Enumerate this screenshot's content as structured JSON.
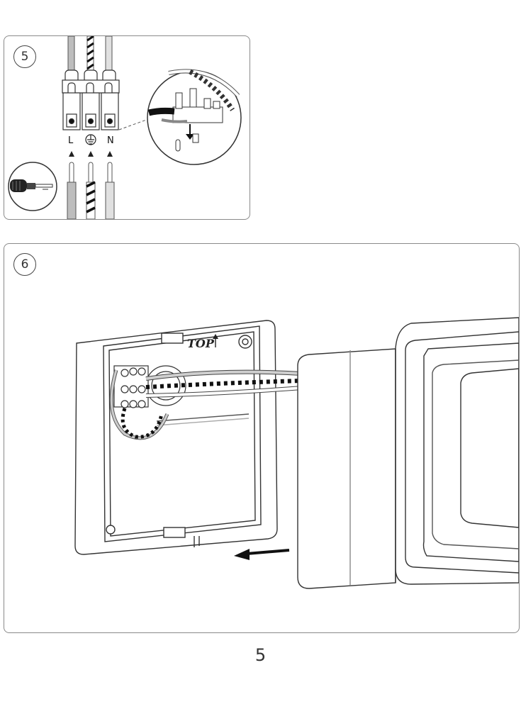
{
  "steps": [
    {
      "number": "5",
      "terminal_labels": {
        "live": "L",
        "neutral": "N"
      },
      "earth_symbol": "earth-ground-icon"
    },
    {
      "number": "6",
      "box_marking": "TOP"
    }
  ],
  "page_number": "5"
}
